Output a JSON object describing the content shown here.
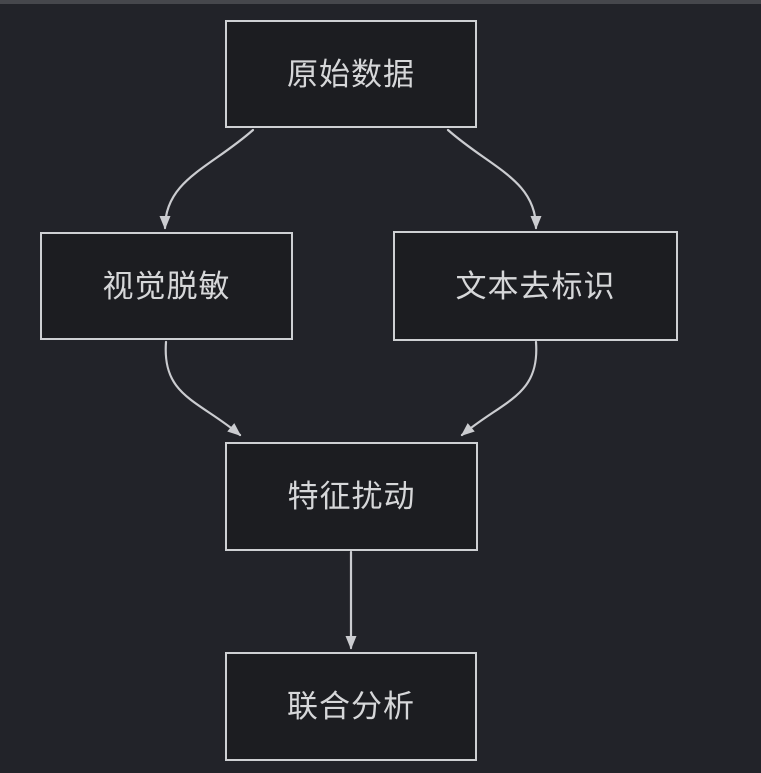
{
  "canvas": {
    "background": "#222329",
    "top_bar_color": "#46474c",
    "node_fill": "#1c1d21",
    "node_border": "#ced0d3",
    "text_color": "#d6d7d9",
    "arrow_color": "#cbccd0"
  },
  "diagram": {
    "nodes": [
      {
        "id": "raw-data",
        "label": "原始数据"
      },
      {
        "id": "visual-desensitization",
        "label": "视觉脱敏"
      },
      {
        "id": "text-deidentification",
        "label": "文本去标识"
      },
      {
        "id": "feature-perturbation",
        "label": "特征扰动"
      },
      {
        "id": "joint-analysis",
        "label": "联合分析"
      }
    ],
    "edges": [
      {
        "from": "raw-data",
        "to": "visual-desensitization"
      },
      {
        "from": "raw-data",
        "to": "text-deidentification"
      },
      {
        "from": "visual-desensitization",
        "to": "feature-perturbation"
      },
      {
        "from": "text-deidentification",
        "to": "feature-perturbation"
      },
      {
        "from": "feature-perturbation",
        "to": "joint-analysis"
      }
    ]
  }
}
